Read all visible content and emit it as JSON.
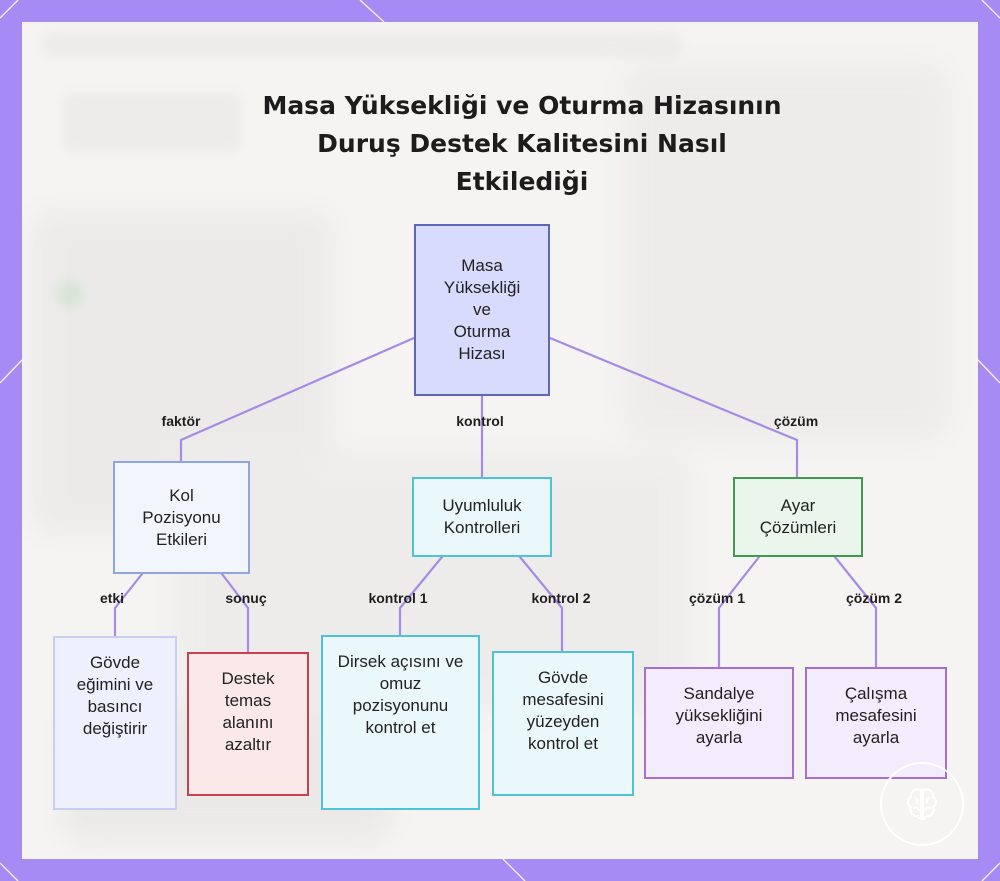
{
  "title": {
    "line1": "Masa Yüksekliği ve Oturma Hizasının",
    "line2": "Duruş Destek Kalitesini Nasıl",
    "line3": "Etkilediği"
  },
  "nodes": {
    "root": "Masa Yüksekliği ve Oturma Hizası",
    "arm": "Kol Pozisyonu Etkileri",
    "compat": "Uyumluluk Kontrolleri",
    "solutions": "Ayar Çözümleri",
    "posture": "Gövde eğimini ve basıncı değiştirir",
    "support": "Destek temas alanını azaltır",
    "elbow": "Dirsek açısını ve omuz pozisyonunu kontrol et",
    "distance": "Gövde mesafesini yüzeyden kontrol et",
    "chair": "Sandalye yüksekliğini ayarla",
    "work": "Çalışma mesafesini ayarla"
  },
  "edges": {
    "factor": "faktör",
    "control": "kontrol",
    "solution": "çözüm",
    "effect": "etki",
    "result": "sonuç",
    "control1": "kontrol 1",
    "control2": "kontrol 2",
    "solution1": "çözüm 1",
    "solution2": "çözüm 2"
  },
  "colors": {
    "frame": "#a78bf5",
    "connector": "#a58be6",
    "root_fill": "#d9dbfd",
    "root_border": "#5d67b8",
    "blue_fill": "#f3f5fd",
    "blue_border": "#8ea6dd",
    "cyan_fill": "#eaf8fc",
    "cyan_border": "#4fc1d8",
    "green_fill": "#eaf6ec",
    "green_border": "#3f9a4e",
    "red_fill": "#fbe9ea",
    "red_border": "#c8414e",
    "purple_fill": "#f3ecfc",
    "purple_border": "#a66fd3"
  }
}
